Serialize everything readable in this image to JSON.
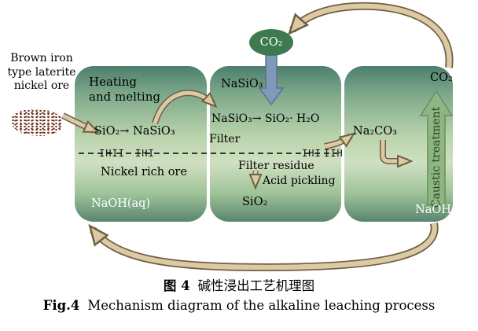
{
  "diagram": {
    "ore_label_lines": [
      "Brown iron",
      "type laterite",
      "nickel ore"
    ],
    "co2_bubble": "CO₂",
    "melting_box": {
      "step_line1": "Heating",
      "step_line2": "and melting",
      "reaction": "SiO₂→ NaSiO₃",
      "hatch_a": "IHII",
      "hatch_b": "IHI",
      "material": "Nickel rich ore",
      "solvent": "NaOH(aq)"
    },
    "filter_box": {
      "feed": "NaSiO₃",
      "reaction": "NaSiO₃→ SiO₂· H₂O",
      "filter": "Filter",
      "hatch_a": "IHI",
      "hatch_b": "IIH",
      "residue": "Filter residue",
      "treatment": "Acid pickling",
      "product": "SiO₂"
    },
    "caustic_box": {
      "gas": "CO₂",
      "salt": "Na₂CO₃",
      "treatment": "Caustic treatment",
      "base": "NaOH"
    }
  },
  "caption": {
    "zh_prefix": "图 4",
    "zh_title": "碱性浸出工艺机理图",
    "en_prefix": "Fig.4",
    "en_title": "Mechanism diagram of the alkaline leaching process"
  },
  "colors": {
    "box-top": "#4d7e6d",
    "box-mid": "#cfe0c2",
    "box-bottom": "#57856d",
    "arrow-fill": "#dccaa4",
    "arrow-stroke": "#6f5f45",
    "co2-ellipse": "#3d7a50",
    "blue-arrow": "#7e9ab8",
    "blue-arrow-stroke": "#587390",
    "green-arrow": "#8fb583",
    "green-arrow-stroke": "#649060",
    "ore-dots": "#6e2f1a"
  }
}
